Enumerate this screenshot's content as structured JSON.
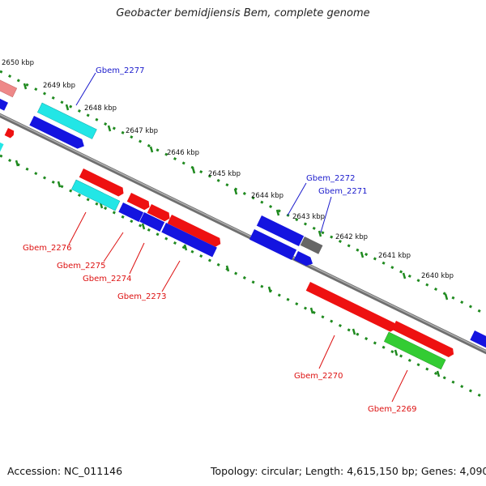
{
  "title": "Geobacter bemidjiensis Bem, complete genome",
  "footer": {
    "accession": "Accession: NC_011146",
    "summary": "Topology: circular; Length: 4,615,150 bp; Genes: 4,090"
  },
  "colors": {
    "backbone": "#8c8c8c",
    "scale_dots": "#1f8a1f",
    "label_forward": "#1a1acc",
    "label_reverse": "#dd1111",
    "red": "#ee1111",
    "blue": "#1414e0",
    "cyan": "#22e6e6",
    "green": "#33cc33",
    "gray": "#666666",
    "pink": "#ee8888"
  },
  "scale_labels": [
    "2650 kbp",
    "2649 kbp",
    "2648 kbp",
    "2647 kbp",
    "2646 kbp",
    "2645 kbp",
    "2644 kbp",
    "2643 kbp",
    "2642 kbp",
    "2641 kbp",
    "2640 kbp"
  ],
  "genes": [
    {
      "name": "Gbem_2277",
      "label_color": "blue"
    },
    {
      "name": "Gbem_2272",
      "label_color": "blue"
    },
    {
      "name": "Gbem_2271",
      "label_color": "blue"
    },
    {
      "name": "Gbem_2276",
      "label_color": "red"
    },
    {
      "name": "Gbem_2275",
      "label_color": "red"
    },
    {
      "name": "Gbem_2274",
      "label_color": "red"
    },
    {
      "name": "Gbem_2273",
      "label_color": "red"
    },
    {
      "name": "Gbem_2270",
      "label_color": "red"
    },
    {
      "name": "Gbem_2269",
      "label_color": "red"
    }
  ]
}
